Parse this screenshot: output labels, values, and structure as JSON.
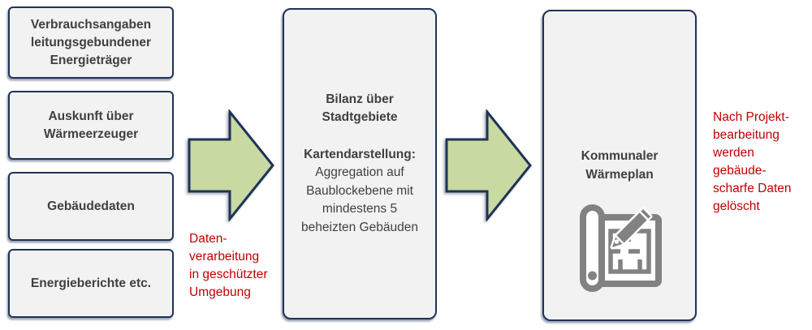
{
  "colors": {
    "box_fill": "#f2f2f2",
    "border_navy": "#1f3357",
    "arrow_green": "#c8d9a2",
    "text_gray": "#404040",
    "note_red": "#c00000",
    "icon_gray": "#828282"
  },
  "inputs": {
    "boxes": [
      {
        "label": "Verbrauchsangaben\nleitungsgebundener\nEnergieträger"
      },
      {
        "label": "Auskunft über\nWärmeerzeuger"
      },
      {
        "label": "Gebäudedaten"
      },
      {
        "label": "Energieberichte etc."
      }
    ]
  },
  "process": {
    "title": "Bilanz über\nStadtgebiete",
    "map_heading": "Kartendarstellung:",
    "map_body": "Aggregation auf\nBaublockebene mit\nmindestens 5\nbeheizten Gebäuden"
  },
  "output": {
    "title": "Kommunaler\nWärmeplan",
    "icon": "blueprint-pencil-icon"
  },
  "notes": {
    "processing": "Daten-\nverarbeitung\nin geschützter\nUmgebung",
    "deletion": "Nach Projekt-\nbearbeitung\nwerden\ngebäude-\nscharfe Daten\ngelöscht"
  }
}
